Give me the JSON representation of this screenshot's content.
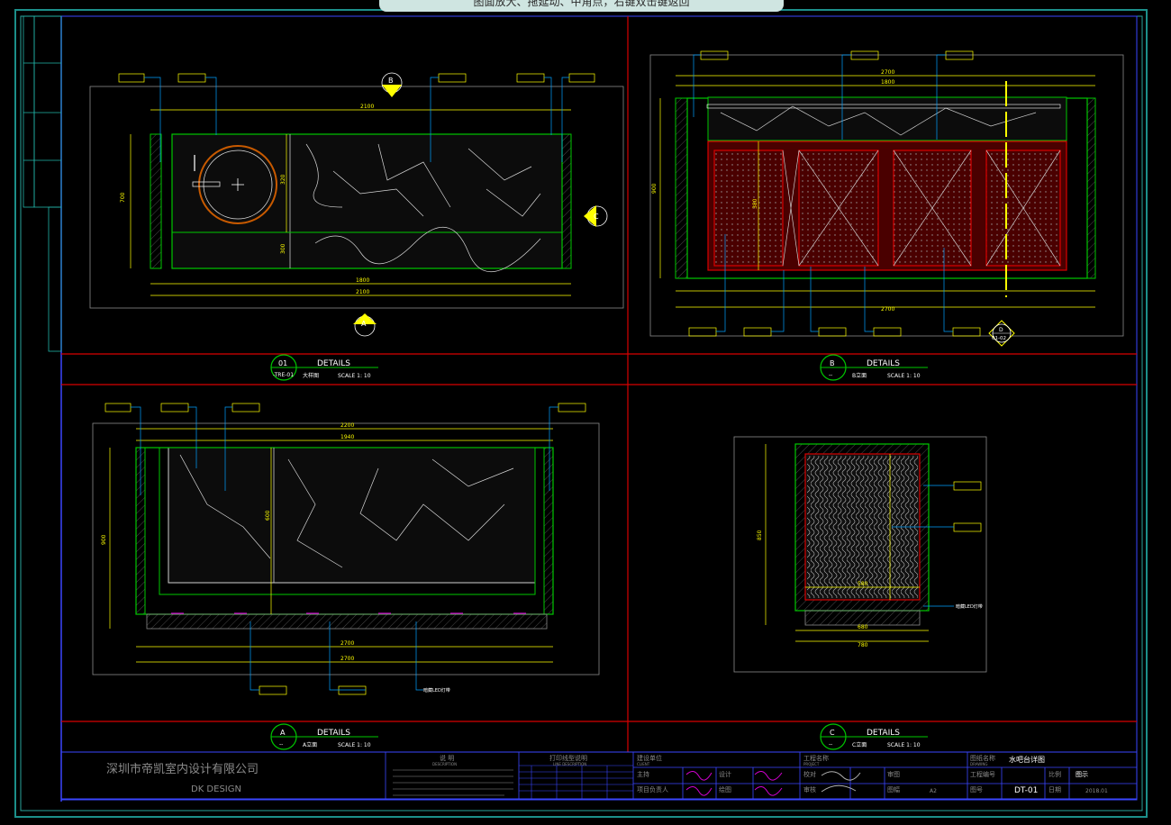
{
  "banner": {
    "text": "图面放大、拖延动、中角点，右键双击键返回"
  },
  "details": [
    {
      "id": "detail-01",
      "bubble_top": "01",
      "bubble_bottom": "-TRE-01",
      "heading": "DETAILS",
      "subtitle": "大样图",
      "scale": "SCALE 1:  10"
    },
    {
      "id": "detail-b",
      "bubble_top": "B",
      "bubble_bottom": "--",
      "heading": "DETAILS",
      "subtitle": "B立面",
      "scale": "SCALE 1:  10"
    },
    {
      "id": "detail-a",
      "bubble_top": "A",
      "bubble_bottom": "--",
      "heading": "DETAILS",
      "subtitle": "A立面",
      "scale": "SCALE 1:  10"
    },
    {
      "id": "detail-c",
      "bubble_top": "C",
      "bubble_bottom": "--",
      "heading": "DETAILS",
      "subtitle": "C立面",
      "scale": "SCALE 1:  10"
    }
  ],
  "section_markers": {
    "top_b": "B",
    "side_c": "C",
    "bottom_a": "A",
    "d_top": "D",
    "d_bottom": "01-02"
  },
  "dimensions": {
    "d01_top": "2100",
    "d01_bottom": "2100",
    "d01_inner": "1800",
    "d01_height": "700",
    "d01_mid_a": "320",
    "d01_mid_b": "300",
    "db_top": "2700",
    "db_inner": "1800",
    "db_bottom": "2700",
    "db_height": "900",
    "db_mid": "380",
    "da_top": "2200",
    "da_inner": "1940",
    "da_bottom_a": "2700",
    "da_bottom_b": "2700",
    "da_height": "900",
    "da_mid": "600",
    "dc_height": "850",
    "dc_bottom_a": "680",
    "dc_bottom_b": "780",
    "dc_mid": "580"
  },
  "callouts": {
    "led": "暗藏LED灯带"
  },
  "title_block": {
    "company_cn": "深圳市帝凯室内设计有限公司",
    "company_en": "DK   DESIGN",
    "notes_title": "说  明",
    "notes_sub": "DESCRIPTION",
    "line_title": "打印线型说明",
    "line_sub": "LINE DESCRIPTION",
    "client": "建设单位",
    "client_en": "CLIENT",
    "project": "工程名称",
    "project_en": "PROJECT",
    "drawing_name": "图纸名称",
    "drawing_name_en": "DRAWING",
    "drawing_value": "水吧台详图",
    "row_a1": "主持",
    "row_a2": "设计",
    "row_a3": "校对",
    "row_a4": "审图",
    "row_a5": "工程编号",
    "row_b1": "项目负责人",
    "row_b2": "绘图",
    "row_b3": "审核",
    "row_b4": "图幅",
    "row_b4_val": "A2",
    "row_b5": "图号",
    "row_b5_val": "DT-01",
    "scale_label": "比例",
    "scale_val": "图示",
    "date_label": "日期",
    "date_val": "2018.01"
  }
}
